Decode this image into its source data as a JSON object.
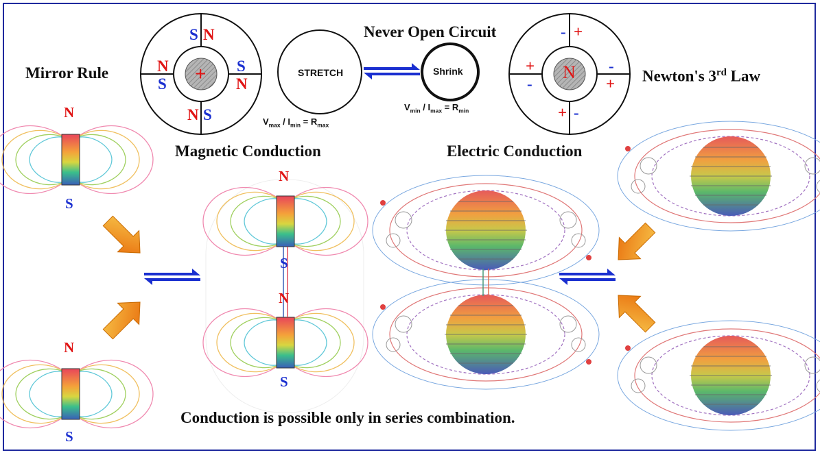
{
  "titles": {
    "mirror_rule": "Mirror Rule",
    "never_open": "Never Open Circuit",
    "newton_base": "Newton's 3",
    "newton_sup": "rd",
    "newton_end": " Law",
    "magnetic": "Magnetic Conduction",
    "electric": "Electric Conduction",
    "footer": "Conduction is possible only in series combination."
  },
  "circles": {
    "stretch": "STRETCH",
    "shrink": "Shrink"
  },
  "formulas": {
    "max": {
      "v": "V",
      "v_sub": "max",
      "sep": " / I",
      "i_sub": "min",
      "eq": " = R",
      "r_sub": "max"
    },
    "min": {
      "v": "V",
      "v_sub": "min",
      "sep": " / I",
      "i_sub": "max",
      "eq": " = R",
      "r_sub": "min"
    }
  },
  "poles": {
    "n": "N",
    "s": "S"
  },
  "signs": {
    "plus": "+",
    "minus": "-"
  },
  "colors": {
    "border": "#1f2a9e",
    "north": "#e01414",
    "south": "#1a2fd0",
    "arrow": "#f5a10a"
  }
}
